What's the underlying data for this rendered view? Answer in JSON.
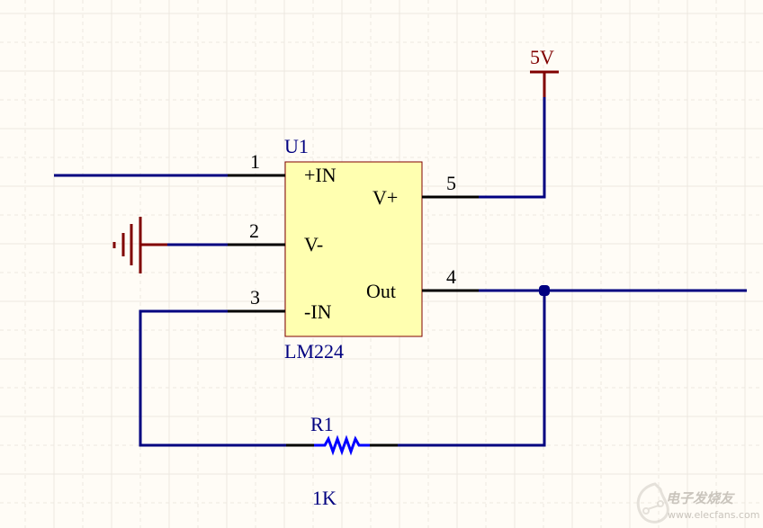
{
  "schematic": {
    "component_u1": {
      "designator": "U1",
      "part": "LM224",
      "pins": [
        {
          "number": "1",
          "name": "+IN"
        },
        {
          "number": "2",
          "name": "V-"
        },
        {
          "number": "3",
          "name": "-IN"
        },
        {
          "number": "5",
          "name": "V+"
        },
        {
          "number": "4",
          "name": "Out"
        }
      ]
    },
    "resistor_r1": {
      "designator": "R1",
      "value": "1K"
    },
    "power_port": {
      "net": "5V"
    },
    "ground": {
      "symbol": "ground-icon"
    },
    "colors": {
      "wire": "#000080",
      "pin": "#000000",
      "power": "#800000",
      "component_fill": "#ffffb0",
      "component_border": "#800000",
      "grid": "#ece8e0",
      "background": "#fffcf6"
    }
  },
  "watermark": {
    "line1": "电子发烧友",
    "line2": "www.elecfans.com"
  }
}
